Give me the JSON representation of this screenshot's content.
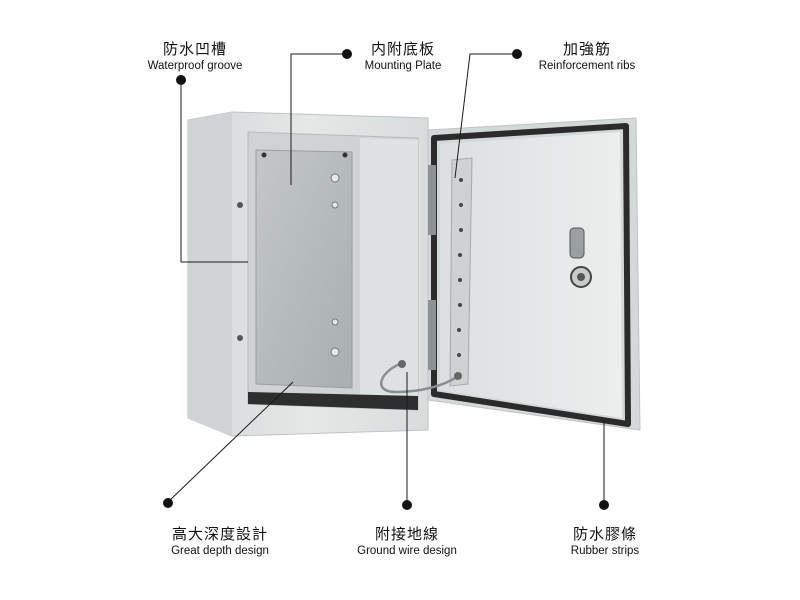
{
  "callouts": [
    {
      "id": "waterproof-groove",
      "zh": "防水凹槽",
      "en": "Waterproof groove"
    },
    {
      "id": "mounting-plate",
      "zh": "内附底板",
      "en": "Mounting Plate"
    },
    {
      "id": "reinforcement-ribs",
      "zh": "加強筋",
      "en": "Reinforcement ribs"
    },
    {
      "id": "great-depth",
      "zh": "高大深度設計",
      "en": "Great depth design"
    },
    {
      "id": "ground-wire",
      "zh": "附接地線",
      "en": "Ground wire design"
    },
    {
      "id": "rubber-strips",
      "zh": "防水膠條",
      "en": "Rubber strips"
    }
  ],
  "colors": {
    "line": "#1a1a1a",
    "cabinet": "#e2e4e4",
    "cabinet_shadow": "#c9cccd",
    "interior": "#d6d9da",
    "plate": "#b9bdbe",
    "gasket": "#2b2b2b",
    "door": "#e6e8e8"
  }
}
